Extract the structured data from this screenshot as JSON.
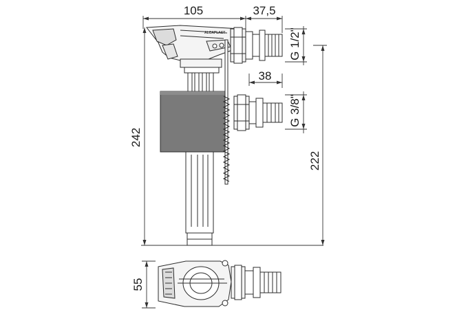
{
  "dimensions": {
    "overall_width": "105",
    "inlet_offset_top": "37,5",
    "thread_top": "G 1/2\"",
    "inlet_offset_lower": "38",
    "thread_lower": "G 3/8\"",
    "total_height": "242",
    "inlet_height": "222",
    "depth": "55"
  },
  "brand": "ALCAPLAST",
  "colors": {
    "line": "#2b2b2b",
    "float_fill": "#7a7a7a",
    "dim_line": "#333333"
  }
}
